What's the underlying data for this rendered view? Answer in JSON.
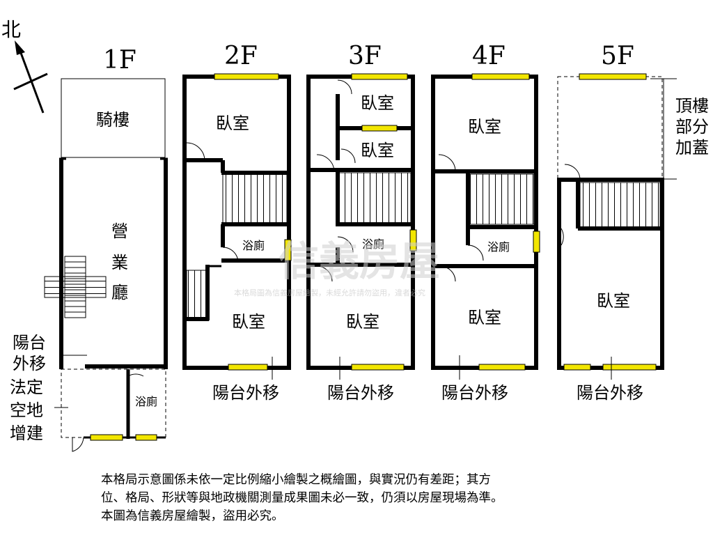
{
  "north_label": "北",
  "floors": [
    {
      "id": "1F",
      "label": "1F",
      "rooms": {
        "arcade": "騎樓",
        "hall": [
          "營",
          "業",
          "廳"
        ],
        "bath": "浴廁"
      },
      "notes": {
        "balcony": [
          "陽台",
          "外移"
        ],
        "legal": [
          "法定",
          "空地",
          "增建"
        ]
      }
    },
    {
      "id": "2F",
      "label": "2F",
      "rooms": {
        "bed_top": "臥室",
        "bath": "浴廁",
        "bed_bottom": "臥室"
      },
      "balcony_note": "陽台外移"
    },
    {
      "id": "3F",
      "label": "3F",
      "rooms": {
        "bed_top1": "臥室",
        "bed_top2": "臥室",
        "bath": "浴廁",
        "bed_bottom": "臥室"
      },
      "balcony_note": "陽台外移"
    },
    {
      "id": "4F",
      "label": "4F",
      "rooms": {
        "bed_top": "臥室",
        "bath": "浴廁",
        "bed_bottom": "臥室"
      },
      "balcony_note": "陽台外移"
    },
    {
      "id": "5F",
      "label": "5F",
      "rooms": {
        "bed": "臥室"
      },
      "balcony_note": "陽台外移",
      "roof_note": [
        "頂樓",
        "部分",
        "加蓋"
      ]
    }
  ],
  "watermark": {
    "brand": "信義房屋",
    "notice": "本格局圖為信義房屋繪製，未經允許請勿盜用，違者必究"
  },
  "disclaimer": [
    "本格局示意圖係未依一定比例縮小繪製之概繪圖，與實況仍有差距；其方",
    "位、格局、形狀等與地政機關測量成果圖未必一致，仍須以房屋現場為準。",
    "本圖為信義房屋繪製，盜用必究。"
  ],
  "colors": {
    "window_fill": "#f2e600",
    "wall": "#000000",
    "watermark": "#d9d9d9"
  }
}
